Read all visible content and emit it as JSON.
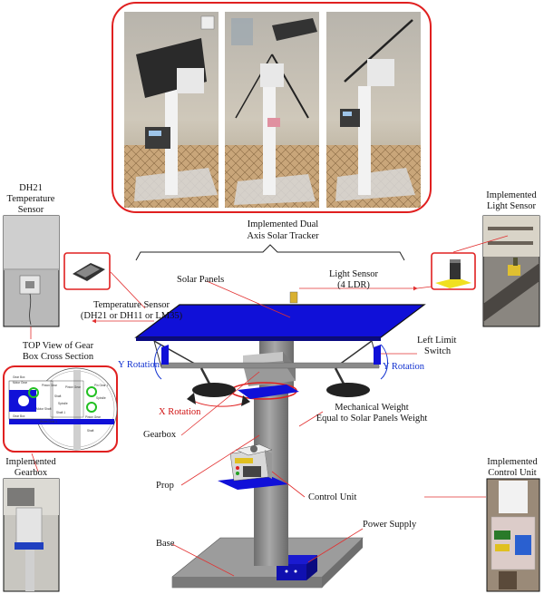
{
  "labels": {
    "implemented_tracker": [
      "Implemented Dual",
      "Axis Solar Tracker"
    ],
    "dh21_sensor": [
      "DH21",
      "Temperature",
      "Sensor"
    ],
    "impl_light_sensor": [
      "Implemented",
      "Light Sensor"
    ],
    "solar_panels": "Solar Panels",
    "light_sensor": [
      "Light Sensor",
      "(4 LDR)"
    ],
    "temp_sensor": [
      "Temperature Sensor",
      "(DH21 or DH11 or LM35)"
    ],
    "top_view": [
      "TOP View of Gear",
      "Box Cross Section"
    ],
    "left_limit": [
      "Left Limit",
      "Switch"
    ],
    "y_rotation_left": "Y Rotation",
    "y_rotation_right": "Y Rotation",
    "x_rotation": "X Rotation",
    "mech_weight": [
      "Mechanical Weight",
      "Equal to Solar Panels Weight"
    ],
    "gearbox": "Gearbox",
    "impl_gearbox": [
      "Implemented",
      "Gearbox"
    ],
    "impl_control": [
      "Implemented",
      "Control Unit"
    ],
    "control_unit": "Control Unit",
    "prop": "Prop",
    "power_supply": "Power Supply",
    "base": "Base"
  },
  "gear_box_labels": [
    "Gear Box",
    "Motor Gear",
    "Pinion Gear",
    "Pinion Gear",
    "Pin Gear 1",
    "Shaft",
    "Spindle",
    "Spindle",
    "Gear Box",
    "Motor Shaft",
    "Shaft 1",
    "Worm Gear 1",
    "Pinion Gear",
    "Shaft"
  ],
  "colors": {
    "panel_blue": "#1010d8",
    "frame_red": "#e02020",
    "leader_red": "#e23030",
    "pole_gray": "#8c8c8c",
    "base_gray": "#9c9c9c",
    "sensor_yellow": "#f0e020",
    "label_blue": "#1030d0",
    "label_red": "#d01010"
  }
}
